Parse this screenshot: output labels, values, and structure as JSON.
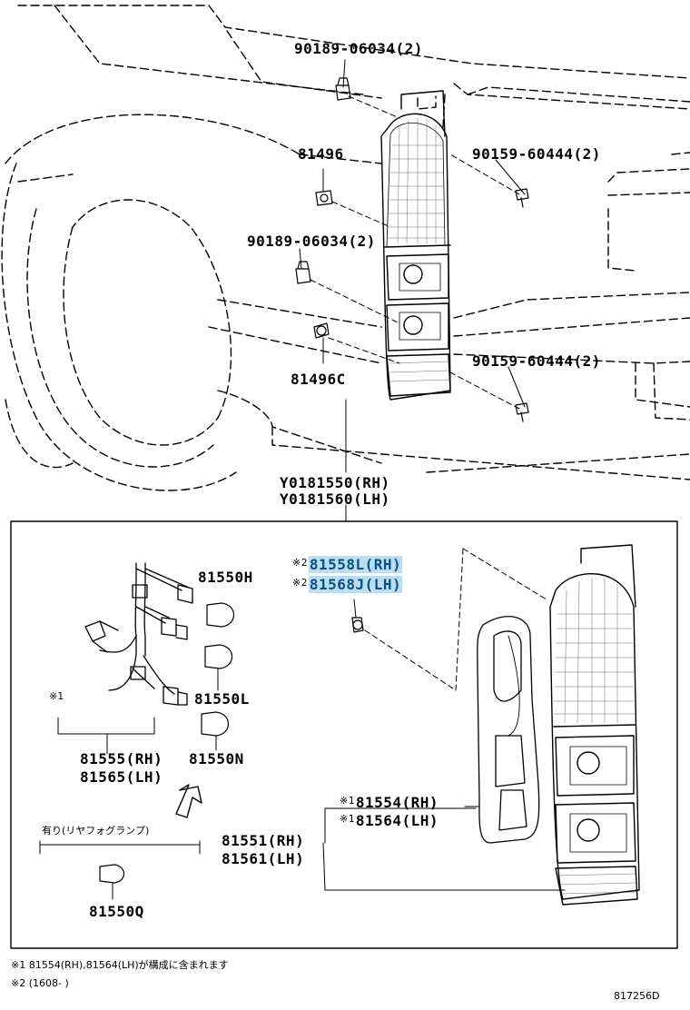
{
  "upper": {
    "clip_upper": {
      "part": "90189-06034",
      "qty": "(2)"
    },
    "socket_upper": "81496",
    "clip_lower": {
      "part": "90189-06034",
      "qty": "(2)"
    },
    "socket_lower": "81496C",
    "screw_upper": {
      "part": "90159-60444",
      "qty": "(2)"
    },
    "screw_lower": {
      "part": "90159-60444",
      "qty": "(2)"
    },
    "assembly_rh": "Y0181550(RH)",
    "assembly_lh": "Y0181560(LH)"
  },
  "box": {
    "gasket_rh": {
      "mark": "※2",
      "part": "81558L(RH)"
    },
    "gasket_lh": {
      "mark": "※2",
      "part": "81568J(LH)"
    },
    "bulb_h": "81550H",
    "bulb_l": "81550L",
    "bulb_n": "81550N",
    "wiring_mark": "※1",
    "wiring_rh": "81555(RH)",
    "wiring_lh": "81565(LH)",
    "packing_rh": {
      "mark": "※1",
      "part": "81554(RH)"
    },
    "packing_lh": {
      "mark": "※1",
      "part": "81564(LH)"
    },
    "lens_rh": "81551(RH)",
    "lens_lh": "81561(LH)",
    "option_label": "有り(リヤフォグランプ)",
    "bulb_q": "81550Q"
  },
  "footnotes": {
    "note1": "※1 81554(RH),81564(LH)が構成に含まれます",
    "note2": "※2 (1608-      )"
  },
  "diagram_id": "817256D",
  "colors": {
    "highlight_bg": "#b9def0",
    "highlight_text": "#0b4f86"
  }
}
